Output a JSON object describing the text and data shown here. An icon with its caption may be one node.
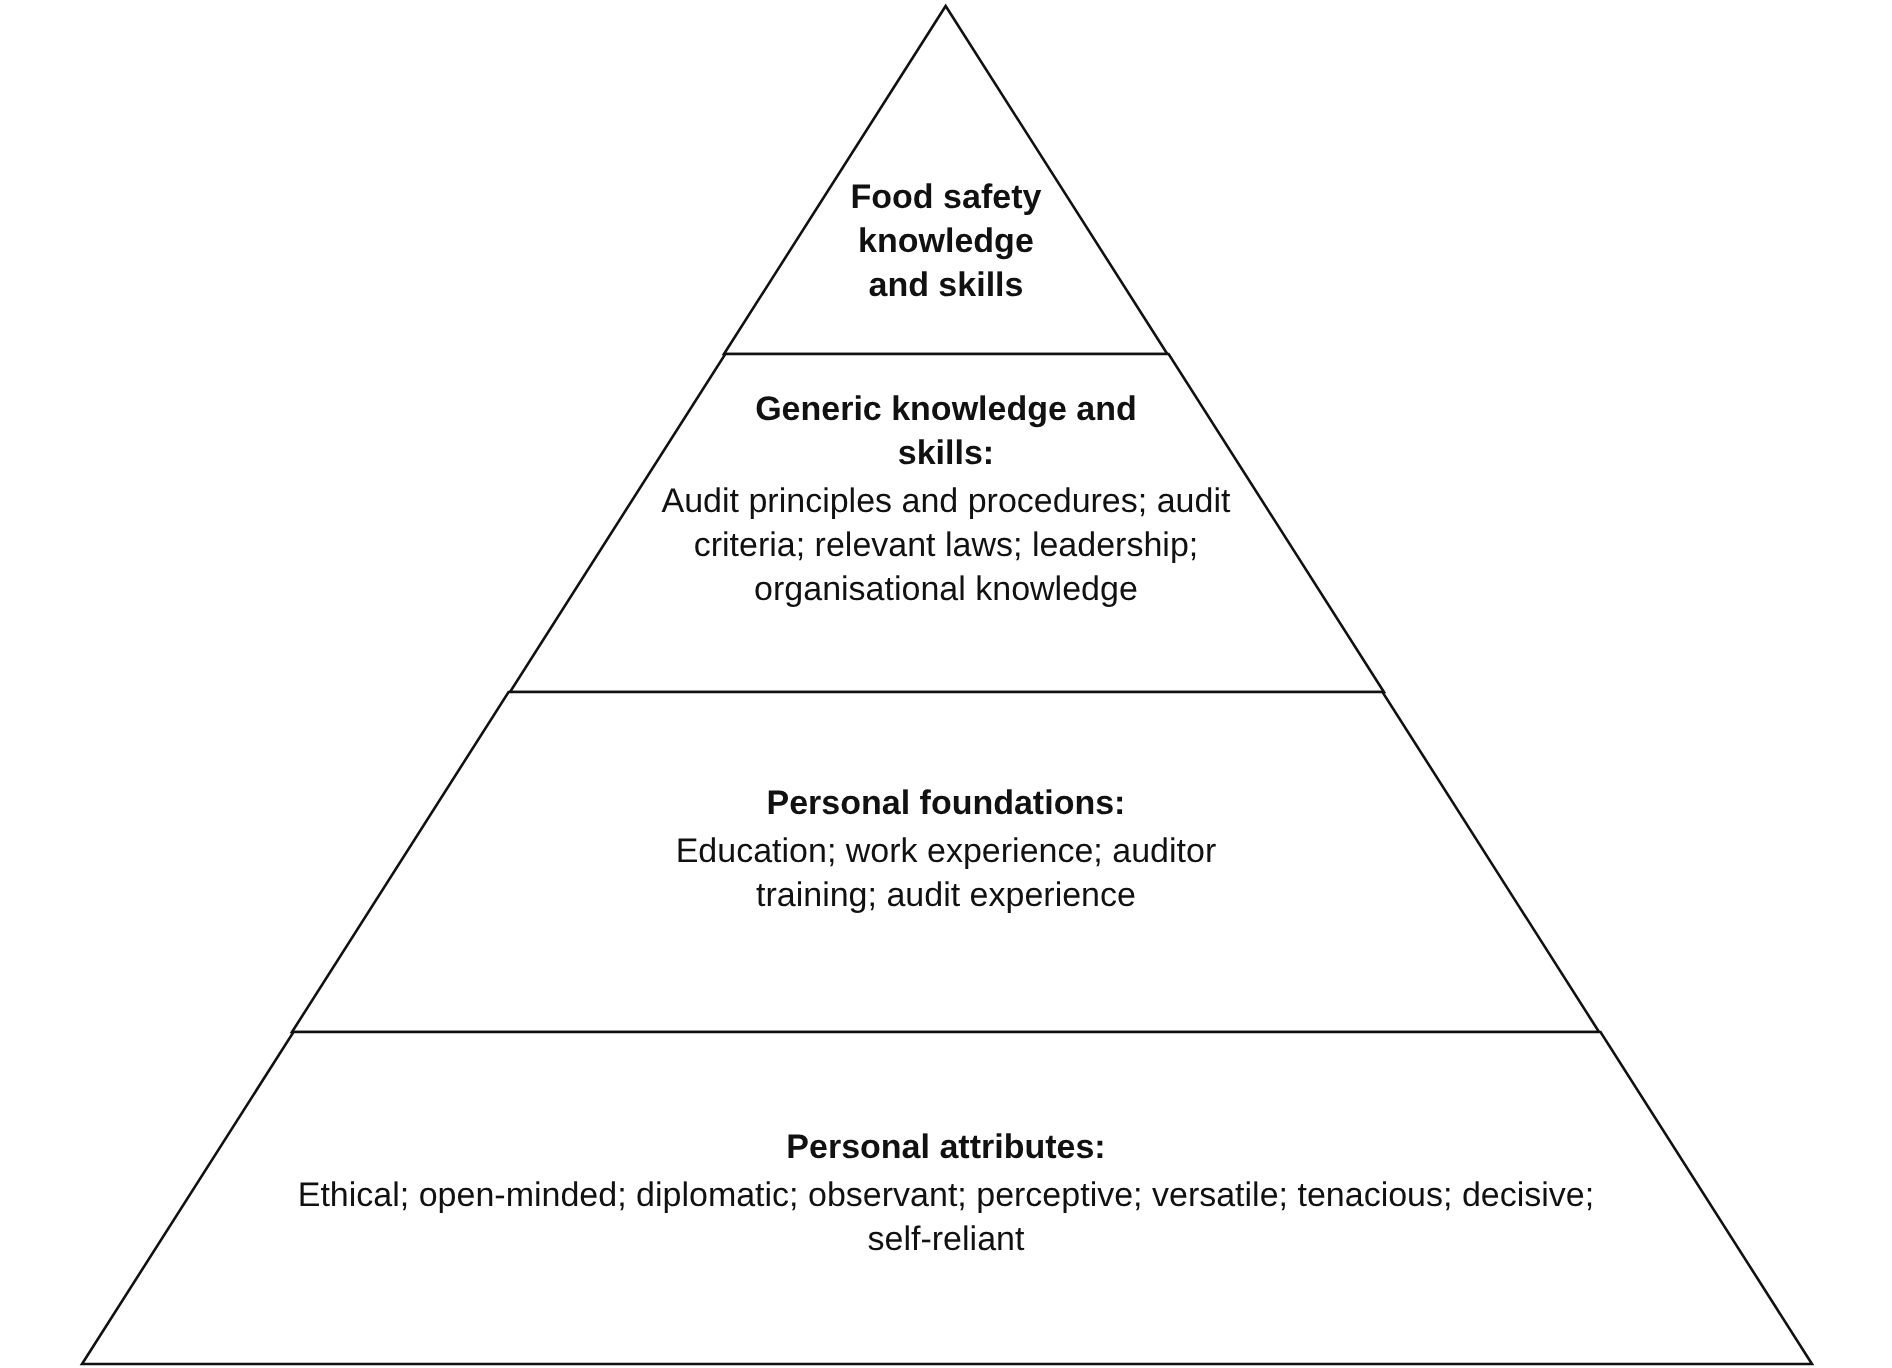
{
  "diagram": {
    "nodes": [
      {
        "text": [
          "Food safety knowledge and skills"
        ]
      },
      {
        "text": [
          "Generic knowledge and skills:",
          "Audit principles and procedures; audit criteria; relevant laws; leadership; organisational knowledge"
        ]
      },
      {
        "text": [
          "Personal foundations:",
          "Education; work experience; auditor training; audit experience"
        ]
      },
      {
        "text": [
          "Personal attributes:",
          "Ethical; open-minded; diplomatic; observant; perceptive; versatile; tenacious; decisive; self-reliant"
        ]
      }
    ]
  }
}
